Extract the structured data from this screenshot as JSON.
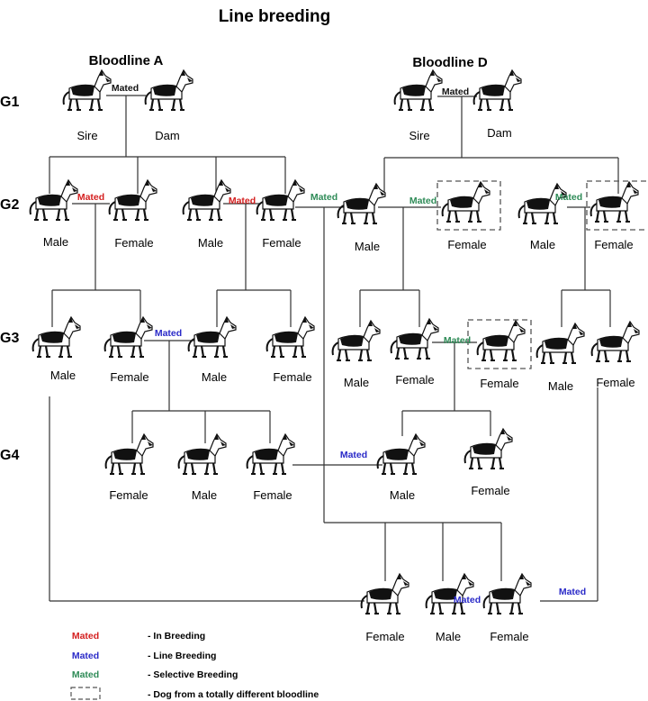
{
  "title": "Line breeding",
  "bloodlines": [
    "Bloodline A",
    "Bloodline D"
  ],
  "generations": [
    "G1",
    "G2",
    "G3",
    "G4"
  ],
  "colors": {
    "in_breeding": "#d42020",
    "line_breeding": "#2a2ac8",
    "selective_breeding": "#2e8b57",
    "lines": "#333333"
  },
  "mated_word": "Mated",
  "dog_icon": "german-shepherd-dog-icon",
  "labels": {
    "sire": "Sire",
    "dam": "Dam",
    "male": "Male",
    "female": "Female"
  },
  "legend": [
    {
      "marker": "Mated",
      "type": "in_breeding",
      "text": "- In Breeding"
    },
    {
      "marker": "Mated",
      "type": "line_breeding",
      "text": "- Line Breeding"
    },
    {
      "marker": "Mated",
      "type": "selective_breeding",
      "text": "- Selective Breeding"
    },
    {
      "marker": "dashed-box",
      "type": "different_bloodline",
      "text": "- Dog from a totally different bloodline"
    }
  ]
}
